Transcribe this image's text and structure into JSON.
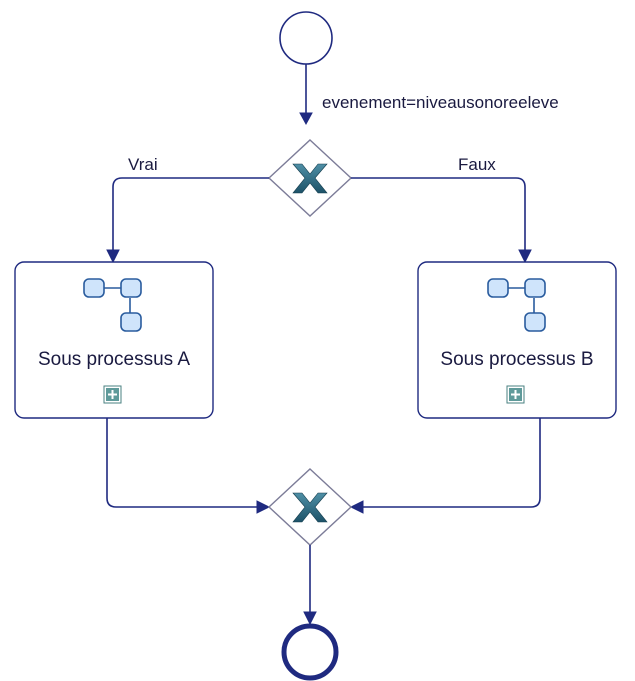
{
  "condition_label": "evenement=niveausonoreeleve",
  "branch_true_label": "Vrai",
  "branch_false_label": "Faux",
  "task_a_label": "Sous processus A",
  "task_b_label": "Sous processus B",
  "colors": {
    "flow": "#1f2a80",
    "gateway_border": "#7c7c98",
    "gateway_x": "#2f6e86",
    "icon_fill": "#cfe4fb",
    "icon_border": "#2a5c9e",
    "expand_fill": "#5f9a9a"
  },
  "icons": {
    "gateway": "exclusive-gateway-x",
    "subprocess": "subprocess-hierarchy-icon",
    "expand": "expand-plus-icon"
  }
}
